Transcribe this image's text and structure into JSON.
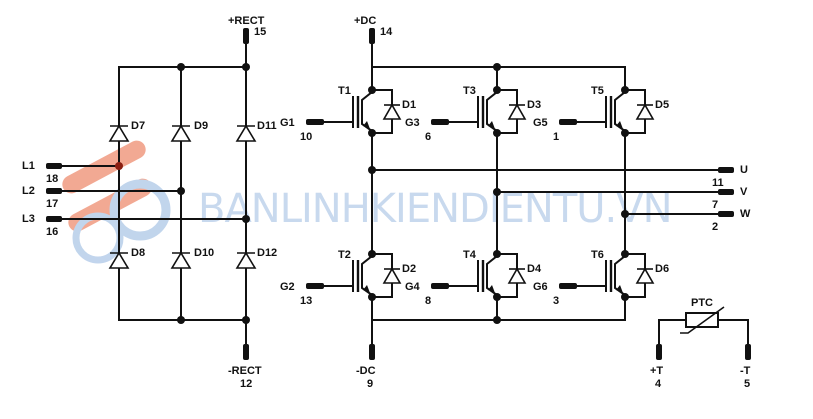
{
  "watermark": {
    "text": "BANLINHKIENDIENTU.VN",
    "color": "#c8d9ee",
    "logo_accent": "#e8643c"
  },
  "rectifier": {
    "plus_label": "+RECT",
    "plus_pin": "15",
    "minus_label": "-RECT",
    "minus_pin": "12",
    "upper_diodes": [
      "D7",
      "D9",
      "D11"
    ],
    "lower_diodes": [
      "D8",
      "D10",
      "D12"
    ],
    "inputs": [
      {
        "label": "L1",
        "pin": "18"
      },
      {
        "label": "L2",
        "pin": "17"
      },
      {
        "label": "L3",
        "pin": "16"
      }
    ]
  },
  "inverter": {
    "plus_label": "+DC",
    "plus_pin": "14",
    "minus_label": "-DC",
    "minus_pin": "9",
    "upper": [
      {
        "t": "T1",
        "d": "D1",
        "g": "G1",
        "gpin": "10"
      },
      {
        "t": "T3",
        "d": "D3",
        "g": "G3",
        "gpin": "6"
      },
      {
        "t": "T5",
        "d": "D5",
        "g": "G5",
        "gpin": "1"
      }
    ],
    "lower": [
      {
        "t": "T2",
        "d": "D2",
        "g": "G2",
        "gpin": "13"
      },
      {
        "t": "T4",
        "d": "D4",
        "g": "G4",
        "gpin": "8"
      },
      {
        "t": "T6",
        "d": "D6",
        "g": "G6",
        "gpin": "3"
      }
    ],
    "outputs": [
      {
        "label": "U",
        "pin": "11"
      },
      {
        "label": "V",
        "pin": "7"
      },
      {
        "label": "W",
        "pin": "2"
      }
    ]
  },
  "ptc": {
    "label": "PTC",
    "plus_label": "+T",
    "plus_pin": "4",
    "minus_label": "-T",
    "minus_pin": "5"
  }
}
